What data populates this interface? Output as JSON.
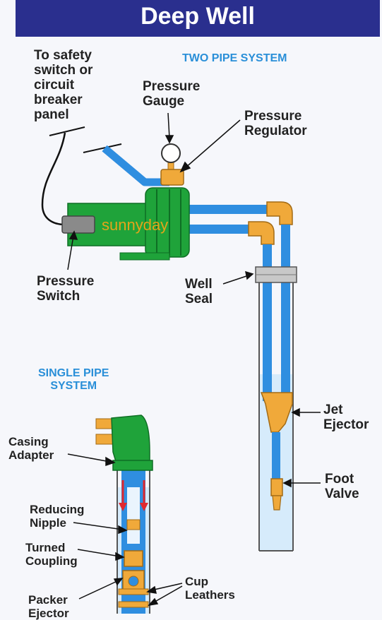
{
  "title": "Deep Well",
  "systems": {
    "two_pipe": "TWO PIPE SYSTEM",
    "single_pipe": "SINGLE PIPE\nSYSTEM"
  },
  "labels": {
    "safety_switch": "To safety\nswitch or\ncircuit\nbreaker\npanel",
    "pressure_gauge": "Pressure\nGauge",
    "pressure_regulator": "Pressure\nRegulator",
    "pressure_switch": "Pressure\nSwitch",
    "well_seal": "Well\nSeal",
    "jet_ejector": "Jet\nEjector",
    "foot_valve": "Foot\nValve",
    "casing_adapter": "Casing\nAdapter",
    "reducing_nipple": "Reducing\nNipple",
    "turned_coupling": "Turned\nCoupling",
    "cup_leathers": "Cup\nLeathers",
    "packer_ejector": "Packer\nEjector"
  },
  "watermark": "sunnyday",
  "colors": {
    "banner": "#2a2f8e",
    "pipe_blue": "#2f8ee0",
    "fitting_orange": "#f0a93a",
    "pump_green": "#1fa33a",
    "system_label": "#2a8fd8"
  }
}
